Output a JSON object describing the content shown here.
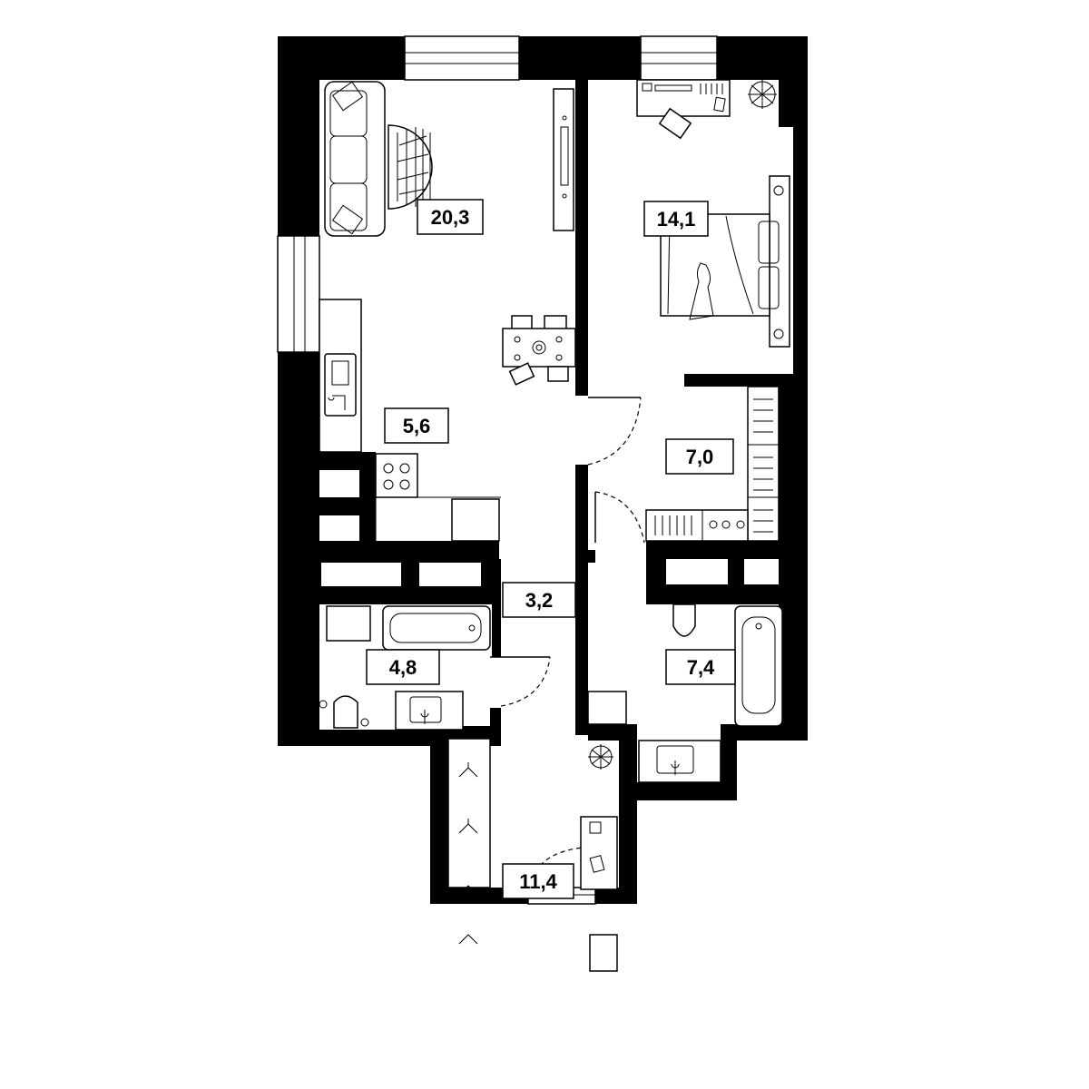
{
  "rooms": [
    {
      "id": "living-room",
      "area": "20,3"
    },
    {
      "id": "bedroom",
      "area": "14,1"
    },
    {
      "id": "kitchen",
      "area": "5,6"
    },
    {
      "id": "hallway-upper",
      "area": "7,0"
    },
    {
      "id": "corridor",
      "area": "3,2"
    },
    {
      "id": "bathroom-left",
      "area": "4,8"
    },
    {
      "id": "bathroom-right",
      "area": "7,4"
    },
    {
      "id": "entrance-hall",
      "area": "11,4"
    }
  ],
  "colors": {
    "wall": "#000000",
    "floor": "#ffffff"
  }
}
